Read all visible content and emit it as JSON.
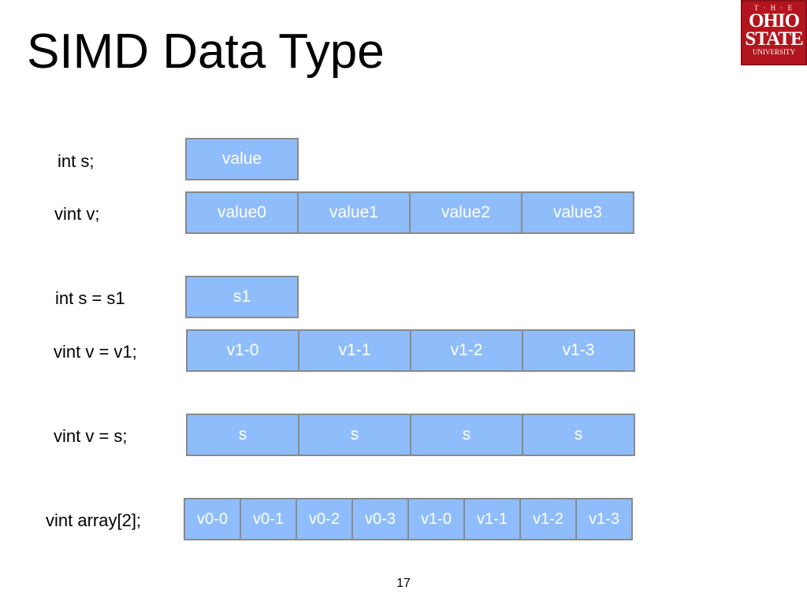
{
  "title": "SIMD Data Type",
  "logo": {
    "line1": "T · H · E",
    "line2": "OHIO",
    "line3": "STATE",
    "line4": "UNIVERSITY",
    "background": "#b3151f"
  },
  "colors": {
    "cell_fill": "#8fbdfb",
    "cell_border": "#8a8a8a",
    "cell_text": "#ffffff"
  },
  "rows": [
    {
      "label": "int s;",
      "cells": [
        "value"
      ]
    },
    {
      "label": "vint v;",
      "cells": [
        "value0",
        "value1",
        "value2",
        "value3"
      ]
    },
    {
      "label": "int s = s1",
      "cells": [
        "s1"
      ]
    },
    {
      "label": "vint v = v1;",
      "cells": [
        "v1-0",
        "v1-1",
        "v1-2",
        "v1-3"
      ]
    },
    {
      "label": "vint v = s;",
      "cells": [
        "s",
        "s",
        "s",
        "s"
      ]
    },
    {
      "label": "vint array[2];",
      "cells": [
        "v0-0",
        "v0-1",
        "v0-2",
        "v0-3",
        "v1-0",
        "v1-1",
        "v1-2",
        "v1-3"
      ]
    }
  ],
  "page_number": "17"
}
